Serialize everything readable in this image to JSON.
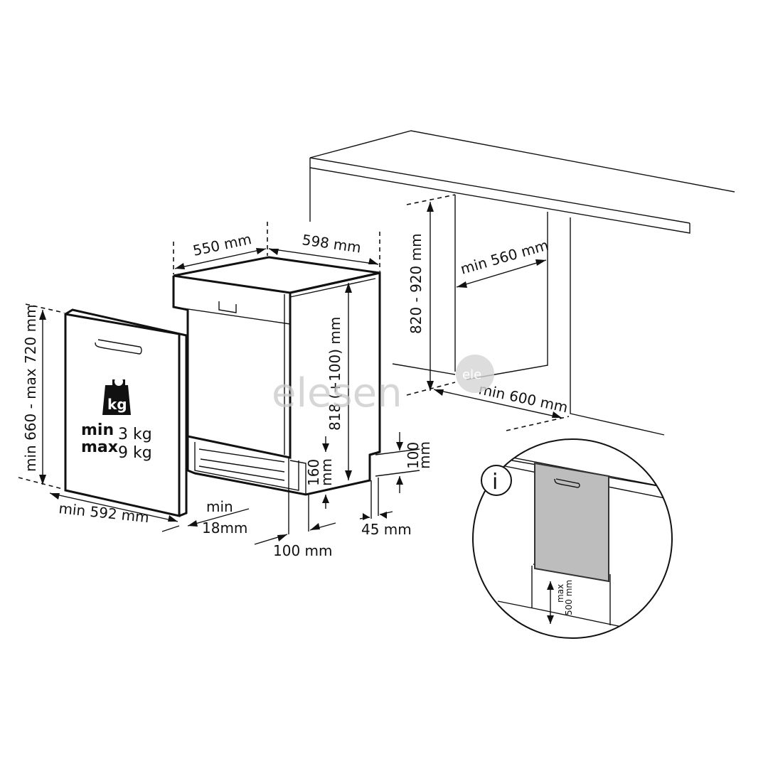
{
  "dimensions": {
    "depth": "550 mm",
    "width": "598 mm",
    "height": "818 (+100) mm",
    "niche_height": "820 - 920 mm",
    "niche_width": "min 560 mm",
    "niche_depth": "min 600 mm",
    "door_height": "min 660 - max 720 mm",
    "door_width": "min 592 mm",
    "door_thickness_min": "min",
    "door_thickness_value": "18mm",
    "plinth_depth": "100 mm",
    "plinth_height_value": "160",
    "plinth_height_unit": "mm",
    "foot_height_value": "100",
    "foot_height_unit": "mm",
    "rear_gap": "45 mm"
  },
  "door_weight": {
    "icon_text": "kg",
    "min_label": "min",
    "min_value": "3 kg",
    "max_label": "max",
    "max_value": "9 kg"
  },
  "info_inset": {
    "icon_text": "i",
    "max_label": "max",
    "max_value": "500 mm"
  },
  "watermark": {
    "text": "elesen",
    "badge": "ele"
  },
  "colors": {
    "line": "#111111",
    "panel_fill": "#bdbdbd",
    "watermark": "#c9c9c9"
  }
}
